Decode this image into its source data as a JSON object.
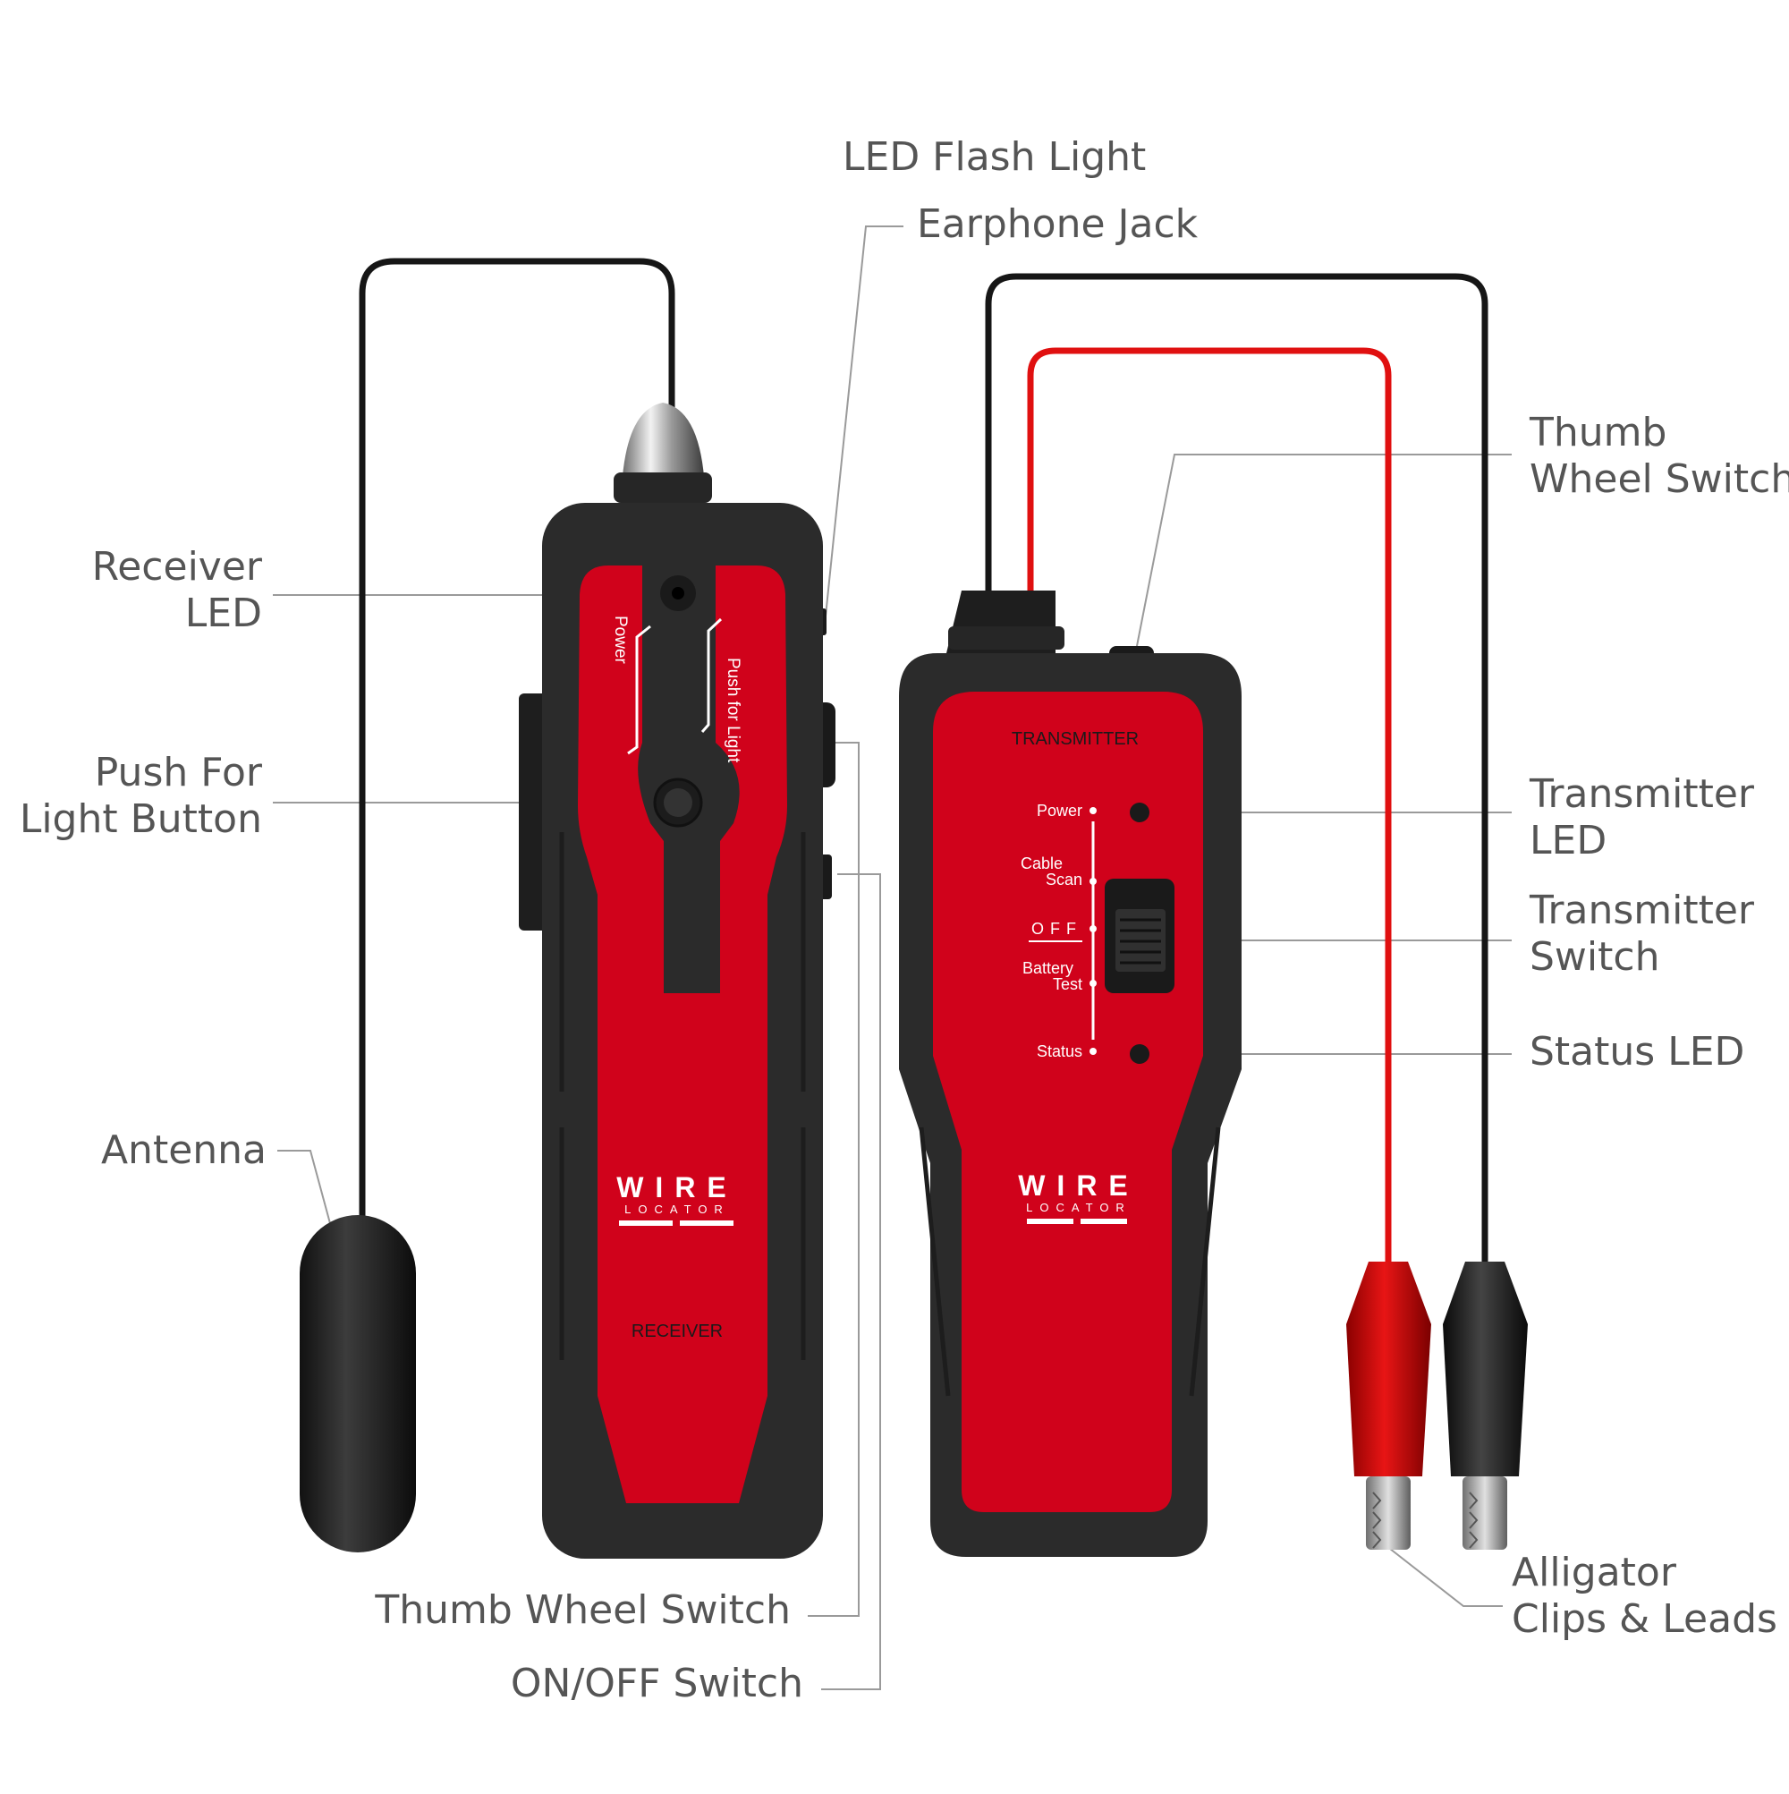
{
  "callouts": {
    "led_flash_light": "LED Flash Light",
    "earphone_jack": "Earphone Jack",
    "receiver_led_1": "Receiver",
    "receiver_led_2": "LED",
    "push_light_1": "Push For",
    "push_light_2": "Light Button",
    "antenna": "Antenna",
    "receiver_thumb_wheel": "Thumb Wheel Switch",
    "on_off_switch": "ON/OFF Switch",
    "tx_thumb_wheel_1": "Thumb",
    "tx_thumb_wheel_2": "Wheel Switch",
    "transmitter_led_1": "Transmitter",
    "transmitter_led_2": "LED",
    "transmitter_switch_1": "Transmitter",
    "transmitter_switch_2": "Switch",
    "status_led": "Status LED",
    "alligator_1": "Alligator",
    "alligator_2": "Clips & Leads"
  },
  "receiver": {
    "power_label": "Power",
    "push_label": "Push for Light",
    "brand_main": "WIRE",
    "brand_sub": "LOCATOR",
    "name": "RECEIVER"
  },
  "transmitter": {
    "name": "TRANSMITTER",
    "power": "Power",
    "cable_1": "Cable",
    "cable_2": "Scan",
    "off": "OFF",
    "battery_1": "Battery",
    "battery_2": "Test",
    "status": "Status",
    "brand_main": "WIRE",
    "brand_sub": "LOCATOR"
  },
  "colors": {
    "body_black": "#2b2b2b",
    "panel_red": "#d0021b",
    "label_gray": "#555555",
    "leader_gray": "#9a9a9a",
    "lead_red": "#e01010"
  }
}
